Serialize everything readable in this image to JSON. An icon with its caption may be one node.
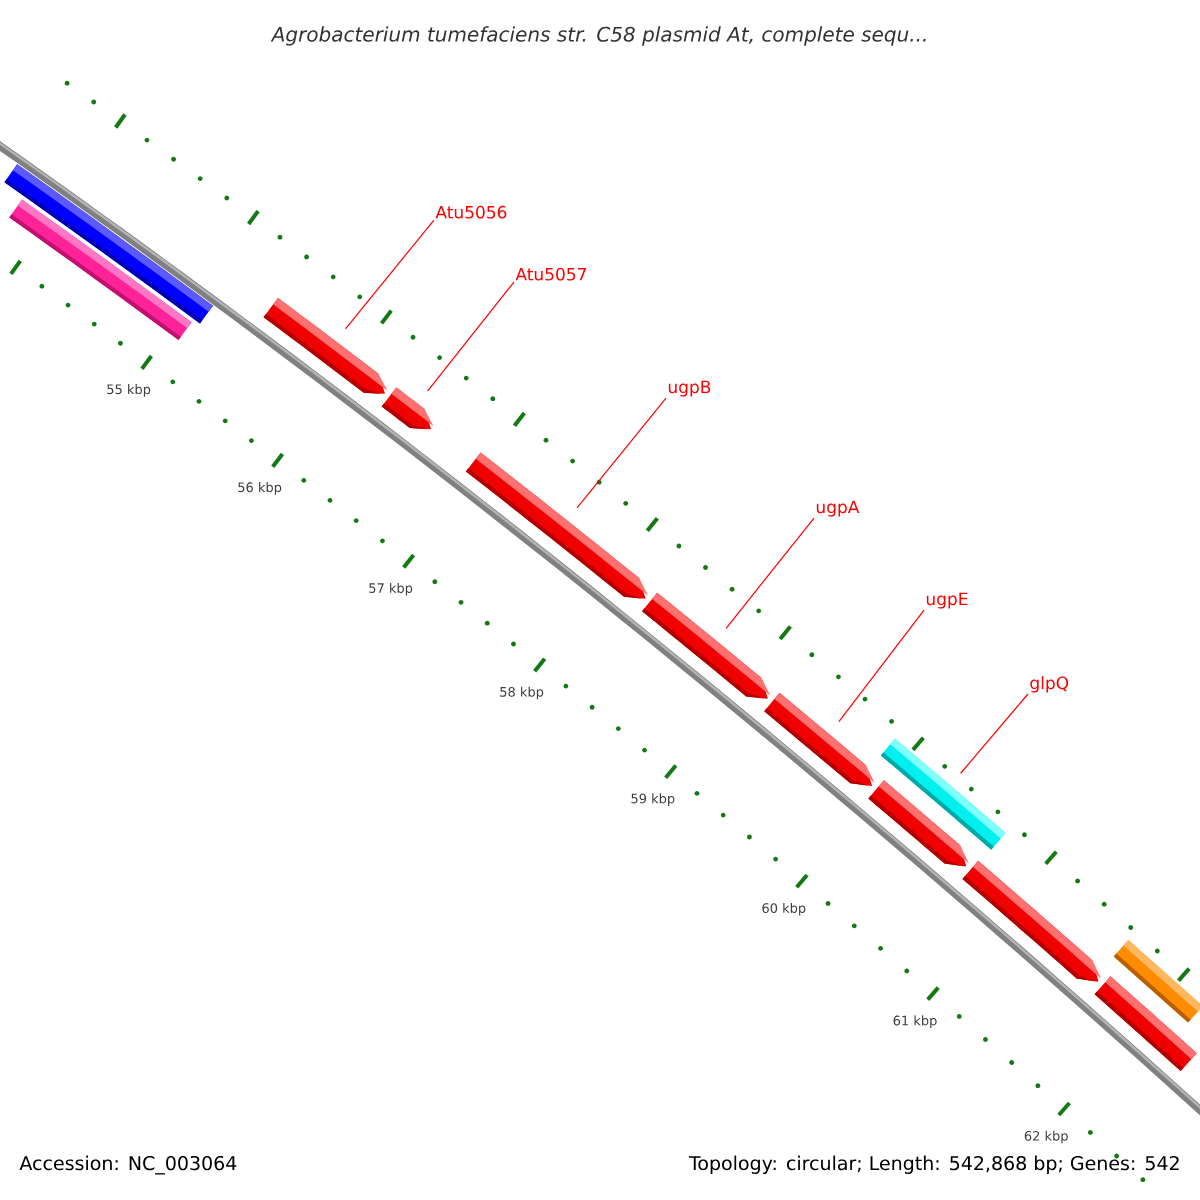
{
  "diagram": {
    "title": "*Agrobacterium tumefaciens* str. C58 plasmid At, complete sequ...",
    "nodes": [
      {
        "text": [
          "Atu5056"
        ]
      },
      {
        "text": [
          "Atu5057"
        ]
      },
      {
        "text": [
          "ugpB"
        ]
      },
      {
        "text": [
          "ugpA"
        ]
      },
      {
        "text": [
          "ugpE"
        ]
      },
      {
        "text": [
          "glpQ"
        ]
      },
      {
        "text": [],
        "shape": "bar"
      },
      {
        "text": [],
        "shape": "bar"
      },
      {
        "text": [],
        "shape": "pentagon"
      },
      {
        "text": [],
        "shape": "pentagon"
      },
      {
        "text": [],
        "shape": "pentagon"
      },
      {
        "text": [],
        "shape": "pentagon"
      },
      {
        "text": [],
        "shape": "pentagon"
      },
      {
        "text": [],
        "shape": "bar"
      },
      {
        "text": [],
        "shape": "pentagon"
      },
      {
        "text": [],
        "shape": "pentagon"
      },
      {
        "text": [],
        "shape": "bar"
      },
      {
        "text": [],
        "shape": "bar"
      }
    ],
    "edges": [
      {
        "from": 0,
        "to": 8,
        "arrow": "none"
      },
      {
        "from": 1,
        "to": 9,
        "arrow": "none"
      },
      {
        "from": 2,
        "to": 10,
        "arrow": "none"
      },
      {
        "from": 3,
        "to": 11,
        "arrow": "none"
      },
      {
        "from": 4,
        "to": 12,
        "arrow": "none"
      },
      {
        "from": 5,
        "to": 13,
        "arrow": "none"
      }
    ],
    "labels": [
      "55 kbp",
      "56 kbp",
      "57 kbp",
      "58 kbp",
      "59 kbp",
      "60 kbp",
      "61 kbp",
      "62 kbp",
      "Accession: NC_003064",
      "Topology: circular; Length: 542,868 bp; Genes: 542"
    ]
  }
}
